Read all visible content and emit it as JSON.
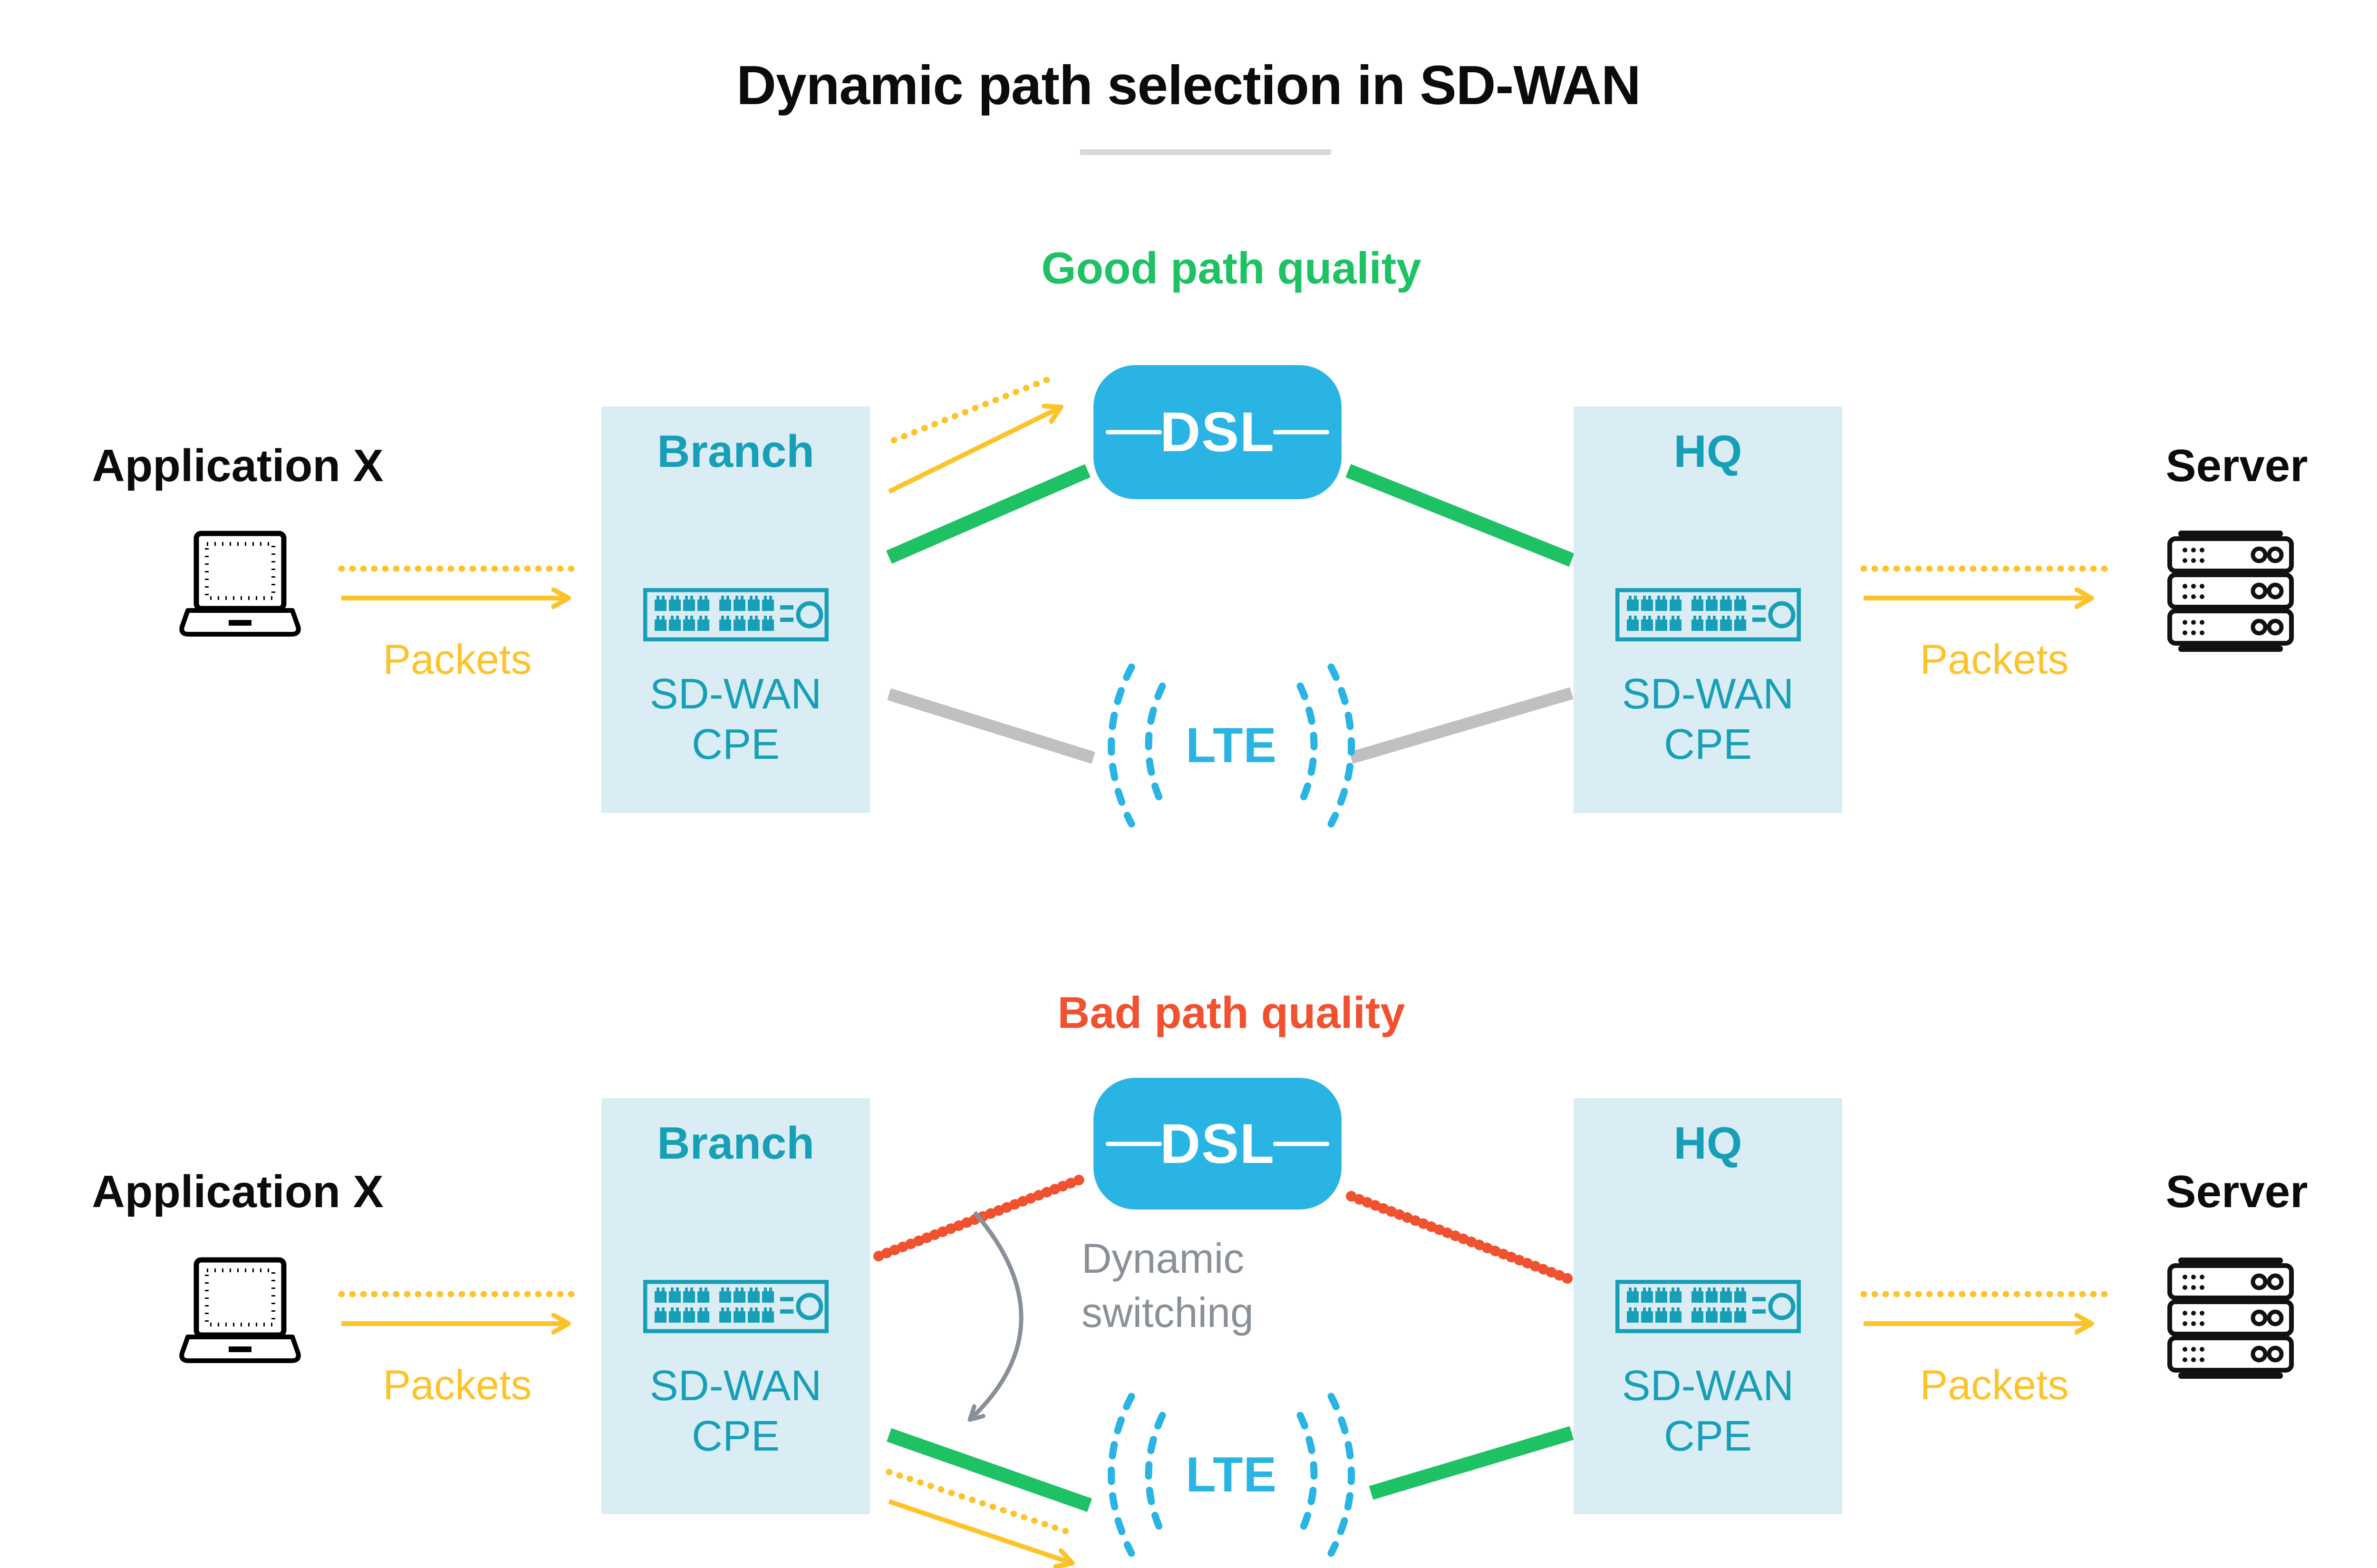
{
  "title": {
    "text": "Dynamic path selection in SD-WAN"
  },
  "sections": {
    "good": {
      "heading": "Good path quality",
      "color": "#1EC163"
    },
    "bad": {
      "heading": "Bad path quality",
      "color": "#F0512F",
      "note": "Dynamic switching"
    }
  },
  "labels": {
    "application": "Application X",
    "packets": "Packets",
    "branch": "Branch",
    "hq": "HQ",
    "sdwan_cpe": "SD-WAN CPE",
    "dsl": "DSL",
    "lte": "LTE",
    "server": "Server"
  },
  "icons": {
    "application": "laptop-icon",
    "cpe": "router-icon",
    "server": "server-rack-icon",
    "lte": "radio-waves-icon",
    "dsl": "dsl-node-pill"
  },
  "colors": {
    "teal_text": "#179FB8",
    "node_box_bg": "#DAEDF4",
    "dsl_lte_blue": "#29B4E4",
    "packet_yellow": "#FDC32A",
    "good_green": "#1EC163",
    "bad_red": "#F0512F",
    "path_gray": "#BEC0C2",
    "note_gray": "#8A9098",
    "title_black": "#0B0B0B",
    "underline_gray": "#D8D8D8"
  }
}
